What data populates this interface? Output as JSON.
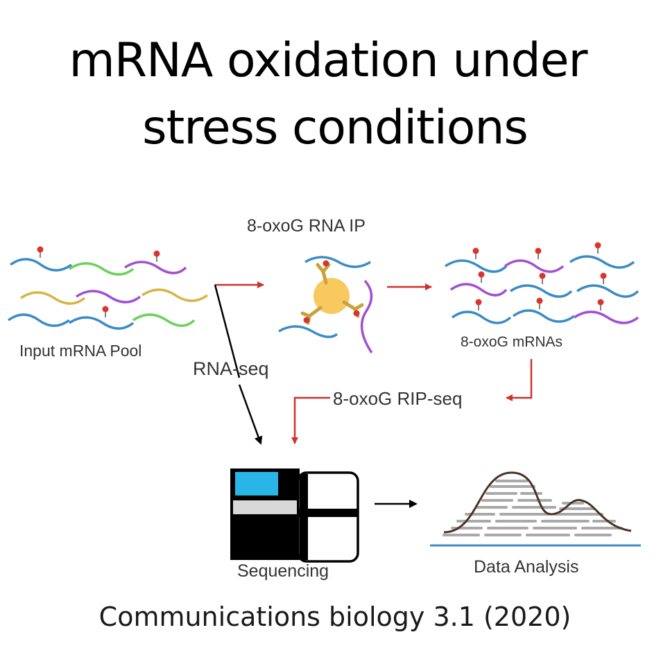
{
  "title_line1": "mRNA oxidation under",
  "title_line2": "stress conditions",
  "citation": "Communications biology 3.1 (2020)",
  "labels": {
    "rip": "8-oxoG RNA IP",
    "input_pool": "Input mRNA Pool",
    "oxog_mrnas": "8-oxoG mRNAs",
    "rna_seq": "RNA-seq",
    "rip_seq": "8-oxoG RIP-seq",
    "sequencing": "Sequencing",
    "data_analysis": "Data Analysis"
  },
  "colors": {
    "blue": "#3a8cc6",
    "green": "#6cd05a",
    "purple": "#a24fd3",
    "yellow": "#d8b448",
    "red_arrow": "#d0312d",
    "oxog_dot": "#d93530",
    "antibody": "#c9a33a",
    "bead": "#f7c95e",
    "screen": "#29b6e6"
  }
}
